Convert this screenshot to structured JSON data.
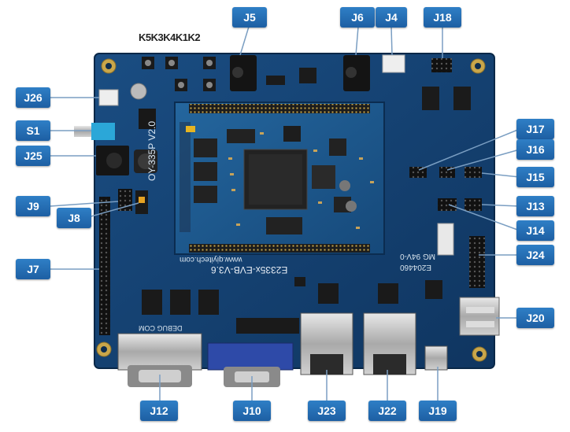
{
  "callouts": {
    "j5": "J5",
    "j6": "J6",
    "j4": "J4",
    "j18": "J18",
    "j26": "J26",
    "s1": "S1",
    "j25": "J25",
    "j9": "J9",
    "j8": "J8",
    "j7": "J7",
    "j17": "J17",
    "j16": "J16",
    "j15": "J15",
    "j13": "J13",
    "j14": "J14",
    "j24": "J24",
    "j20": "J20",
    "j12": "J12",
    "j10": "J10",
    "j23": "J23",
    "j22": "J22",
    "j19": "J19"
  },
  "keys": [
    "K5",
    "K3",
    "K4",
    "K1",
    "K2"
  ],
  "silkscreen": {
    "module_name": "OY-335P V2.0",
    "board_name": "E2335x-EVB-V3.6",
    "website": "www.qiyitech.com",
    "cert_code": "E204460",
    "cert_rating": "MG 94V-0",
    "debug_label": "DEBUG COM"
  },
  "colors": {
    "board": "#123e6e",
    "callout": "#2370b6",
    "connector_blue": "#2a46a8"
  }
}
